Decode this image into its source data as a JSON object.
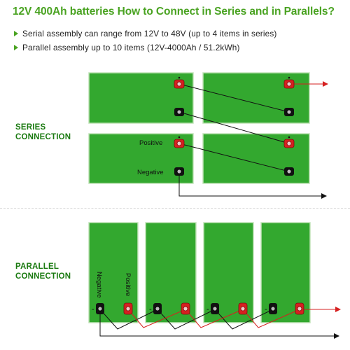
{
  "title": "12V 400Ah batteries How to Connect in Series and in Parallels?",
  "bullets": [
    "Serial assembly can range from 12V to 48V (up to 4 items in series)",
    "Parallel assembly up to 10 items (12V-4000Ah / 51.2kWh)"
  ],
  "series": {
    "label_line1": "SERIES",
    "label_line2": "CONNECTION",
    "positive_label": "Positive",
    "negative_label": "Negative",
    "minus_sign": "-"
  },
  "parallel": {
    "label_line1": "PARALLEL",
    "label_line2": "CONNECTION",
    "negative_label": "Negative",
    "positive_label": "Positive",
    "minus_sign": "-"
  },
  "colors": {
    "battery": "#33a82f",
    "battery_border": "#c2e3b8",
    "title": "#4aa322",
    "section_label": "#1a7a10",
    "positive_wire": "#d62020",
    "negative_wire": "#111111"
  },
  "icons": [
    "bullet-triangle-icon",
    "positive-terminal-icon",
    "negative-terminal-icon",
    "arrow-icon"
  ]
}
